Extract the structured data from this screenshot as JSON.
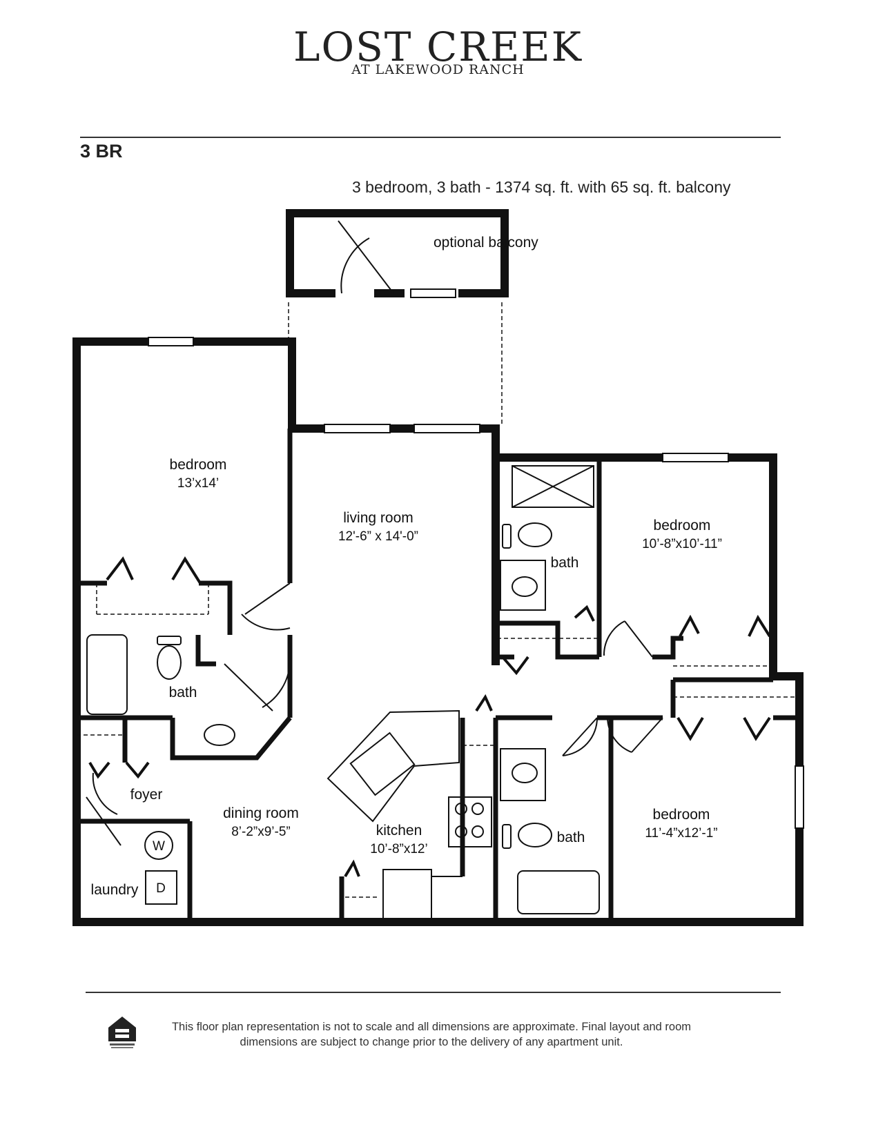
{
  "brand": {
    "name": "LOST CREEK",
    "tagline": "AT LAKEWOOD RANCH"
  },
  "plan": {
    "title": "3 BR",
    "description": "3 bedroom, 3 bath - 1374 sq. ft. with 65 sq. ft. balcony"
  },
  "rooms": {
    "balcony": "optional balcony",
    "bedroom1_name": "bedroom",
    "bedroom1_dim": "13’x14’",
    "living_name": "living room",
    "living_dim": "12'-6” x 14'-0”",
    "bath1": "bath",
    "bedroom2_name": "bedroom",
    "bedroom2_dim": "10’-8”x10’-11”",
    "bath2": "bath",
    "bath3": "bath",
    "foyer": "foyer",
    "dining_name": "dining room",
    "dining_dim": "8’-2”x9’-5”",
    "kitchen_name": "kitchen",
    "kitchen_dim": "10’-8”x12’",
    "bedroom3_name": "bedroom",
    "bedroom3_dim": "11’-4”x12’-1”",
    "laundry": "laundry",
    "washer": "W",
    "dryer": "D"
  },
  "footer": {
    "disclaimer_line1": "This floor plan representation is not to scale and all dimensions are approximate. Final layout and room",
    "disclaimer_line2": "dimensions are subject to change prior to the delivery of any apartment unit."
  }
}
